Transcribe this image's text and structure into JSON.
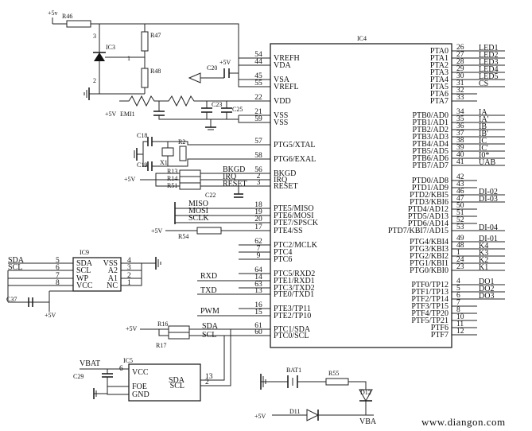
{
  "main_ic": {
    "ref": "IC4",
    "left_pins": [
      {
        "num": "54",
        "name": "VREFH"
      },
      {
        "num": "44",
        "name": "VDA"
      },
      {
        "num": "45",
        "name": "VSA"
      },
      {
        "num": "55",
        "name": "VREFL"
      },
      {
        "num": "22",
        "name": "VDD"
      },
      {
        "num": "21",
        "name": "VSS"
      },
      {
        "num": "59",
        "name": "VSS"
      },
      {
        "num": "57",
        "name": "PTG5/XTAL"
      },
      {
        "num": "58",
        "name": "PTG6/EXAL"
      },
      {
        "num": "56",
        "name": "BKGD"
      },
      {
        "num": "2",
        "name": "IRQ"
      },
      {
        "num": "3",
        "name": "RESET"
      },
      {
        "num": "18",
        "name": "PTE5/MISO"
      },
      {
        "num": "19",
        "name": "PTE6/MOSI"
      },
      {
        "num": "20",
        "name": "PTE7/SPSCK"
      },
      {
        "num": "17",
        "name": "PTE4/SS"
      },
      {
        "num": "62",
        "name": "PTC2/MCLK"
      },
      {
        "num": "7",
        "name": "PTC4"
      },
      {
        "num": "9",
        "name": "PTC6"
      },
      {
        "num": "64",
        "name": "PTC5/RXD2"
      },
      {
        "num": "14",
        "name": "PTE1/RXD1"
      },
      {
        "num": "63",
        "name": "PTC3/TXD2"
      },
      {
        "num": "13",
        "name": "PTE0/TXD1"
      },
      {
        "num": "16",
        "name": "PTE3/TP11"
      },
      {
        "num": "15",
        "name": "PTE2/TP10"
      },
      {
        "num": "61",
        "name": "PTC1/SDA"
      },
      {
        "num": "60",
        "name": "PTC0/SCL"
      }
    ],
    "right_pins": [
      {
        "num": "26",
        "name": "PTA0",
        "net": "LED1"
      },
      {
        "num": "27",
        "name": "PTA1",
        "net": "LED2"
      },
      {
        "num": "28",
        "name": "PTA2",
        "net": "LED3"
      },
      {
        "num": "29",
        "name": "PTA3",
        "net": "LED4"
      },
      {
        "num": "30",
        "name": "PTA4",
        "net": "LED5"
      },
      {
        "num": "31",
        "name": "PTA5",
        "net": "CS"
      },
      {
        "num": "32",
        "name": "PTA6",
        "net": ""
      },
      {
        "num": "33",
        "name": "PTA7",
        "net": ""
      },
      {
        "num": "34",
        "name": "PTB0/AD0",
        "net": "IA"
      },
      {
        "num": "35",
        "name": "PTB1/AD1",
        "net": "IA'"
      },
      {
        "num": "36",
        "name": "PTB2/AD2",
        "net": "IB"
      },
      {
        "num": "37",
        "name": "PTB3/AD3",
        "net": "IB'"
      },
      {
        "num": "38",
        "name": "PTB4/AD4",
        "net": "IC"
      },
      {
        "num": "39",
        "name": "PTB5/AD5",
        "net": "IC'"
      },
      {
        "num": "40",
        "name": "PTB6/AD6",
        "net": "I0*"
      },
      {
        "num": "41",
        "name": "PTB7/AD7",
        "net": "UAB"
      },
      {
        "num": "42",
        "name": "PTD0/AD8",
        "net": ""
      },
      {
        "num": "43",
        "name": "PTD1/AD9",
        "net": ""
      },
      {
        "num": "46",
        "name": "PTD2/KBI5",
        "net": "DI-02"
      },
      {
        "num": "47",
        "name": "PTD3/KBI6",
        "net": "DI-03"
      },
      {
        "num": "50",
        "name": "PTD4/AD12",
        "net": ""
      },
      {
        "num": "51",
        "name": "PTD5/AD13",
        "net": ""
      },
      {
        "num": "52",
        "name": "PTD6/AD14",
        "net": ""
      },
      {
        "num": "53",
        "name": "PTD7/KBI7/AD15",
        "net": "DI-04"
      },
      {
        "num": "49",
        "name": "PTG4/KBI4",
        "net": "DI-01"
      },
      {
        "num": "48",
        "name": "PTG3/KBI3",
        "net": "K4"
      },
      {
        "num": "1",
        "name": "PTG2/KBI2",
        "net": "K3"
      },
      {
        "num": "24",
        "name": "PTG1/KBI1",
        "net": "K2"
      },
      {
        "num": "23",
        "name": "PTG0/KBI0",
        "net": "K1"
      },
      {
        "num": "4",
        "name": "PTF0/TP12",
        "net": "DO1"
      },
      {
        "num": "5",
        "name": "PTF1/TP13",
        "net": "DO2"
      },
      {
        "num": "6",
        "name": "PTF2/TP14",
        "net": "DO3"
      },
      {
        "num": "7",
        "name": "PTF3/TP15",
        "net": ""
      },
      {
        "num": "8",
        "name": "PTF4/TP20",
        "net": ""
      },
      {
        "num": "10",
        "name": "PTF5/TP21",
        "net": ""
      },
      {
        "num": "11",
        "name": "PTF6",
        "net": ""
      },
      {
        "num": "12",
        "name": "PTF7",
        "net": ""
      }
    ]
  },
  "left_nets": {
    "bkgd": "BKGD",
    "irq": "IRQ",
    "reset": "RESET",
    "miso": "MISO",
    "mosi": "MOSI",
    "sclk": "SCLK",
    "rxd": "RXD",
    "txd": "TXD",
    "pwm": "PWM",
    "sda": "SDA",
    "scl": "SCL"
  },
  "parts": {
    "r46": "R46",
    "r47": "R47",
    "r48": "R48",
    "ic3": "IC3",
    "ic3_pin1": "1",
    "ic3_pin2": "2",
    "ic3_pin3": "3",
    "c20": "C20",
    "c23": "C23",
    "c25": "C25",
    "c18": "C18",
    "c19": "C19",
    "c22": "C22",
    "c37": "C37",
    "c29": "C29",
    "x1": "X1",
    "r_osc": "R2",
    "emi": "EMI1",
    "r13": "R13",
    "r14": "R14",
    "r51": "R51",
    "r54": "R54",
    "r16": "R16",
    "r17": "R17",
    "r55": "R55",
    "bat": "BAT1",
    "d12": "D12",
    "d11": "D11",
    "vba": "VBA"
  },
  "power": {
    "p5v": "+5v",
    "p5v_upper": "+5V",
    "p5v_c20": "+5V",
    "vbat": "VBAT"
  },
  "ic9": {
    "ref": "IC9",
    "pins": [
      {
        "num": "5",
        "name": "SDA",
        "net": "SDA"
      },
      {
        "num": "6",
        "name": "SCL",
        "net": "SCL"
      },
      {
        "num": "7",
        "name": "WP",
        "net": ""
      },
      {
        "num": "8",
        "name": "VCC",
        "net": ""
      }
    ],
    "right_pins": [
      {
        "num": "4",
        "name": "VSS"
      },
      {
        "num": "3",
        "name": "A2"
      },
      {
        "num": "2",
        "name": "A1"
      },
      {
        "num": "1",
        "name": "NC"
      }
    ]
  },
  "ic5": {
    "ref": "IC5",
    "pins": [
      {
        "num": "6",
        "name": "VCC"
      },
      {
        "num": "",
        "name": "FOE"
      },
      {
        "num": "",
        "name": "GND"
      }
    ],
    "right_pins": [
      {
        "num": "13",
        "name": "SDA"
      },
      {
        "num": "2",
        "name": "SCL"
      }
    ]
  },
  "watermark": "www.diangon.com"
}
